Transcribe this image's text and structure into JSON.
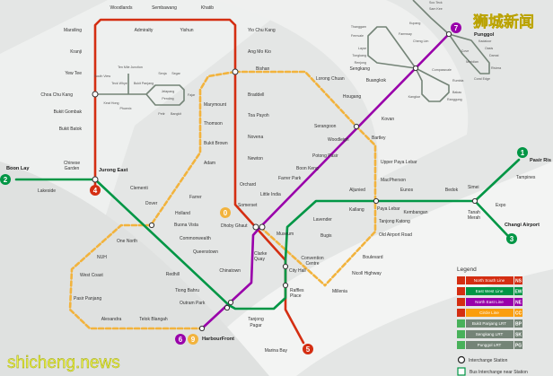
{
  "watermarks": {
    "chinese": "狮城新闻",
    "site": "shicheng.news"
  },
  "colors": {
    "ns": "#d42e12",
    "ew": "#009645",
    "ne": "#9900aa",
    "cc": "#fa9e0d",
    "lrt": "#748477",
    "background": "#e9ebea"
  },
  "line_numbers": {
    "ew_west": "2",
    "ns_jurong": "4",
    "ns_marina": "5",
    "ne_harbour": "6",
    "cc_harbour": "9",
    "ne_punggol": "7",
    "ew_pasir": "1",
    "ew_changi": "3",
    "cc_dhoby": "0"
  },
  "stations": [
    "Woodlands",
    "Sembawang",
    "Khatib",
    "Admiralty",
    "Yishun",
    "Marsiling",
    "Kranji",
    "Yew Tee",
    "Choa Chu Kang",
    "Bukit Gombak",
    "Bukit Batok",
    "Jurong East",
    "Yio Chu Kang",
    "Ang Mo Kio",
    "Bishan",
    "Braddell",
    "Toa Payoh",
    "Novena",
    "Newton",
    "Orchard",
    "Somerset",
    "Dhoby Ghaut",
    "City Hall",
    "Raffles",
    "Marina Bay",
    "Boon Lay",
    "Chinese",
    "Lakeside",
    "Clementi",
    "Dover",
    "Buona Vista",
    "Commonwealth",
    "Queenstown",
    "Redhill",
    "Tiong Bahru",
    "Outram Park",
    "Tanjong",
    "Bugis",
    "Lavender",
    "Kallang",
    "Aljunied",
    "Paya Lebar",
    "Kembangan",
    "Eunos",
    "Bedok",
    "Tanah",
    "Simei",
    "Tampines",
    "Pasir Ris",
    "Expo",
    "Changi Airport",
    "Punggol",
    "Sengkang",
    "Buangkok",
    "Hougang",
    "Kovan",
    "Serangoon",
    "Woodleigh",
    "Potong Pasir",
    "Boon Keng",
    "Farrer Park",
    "Little India",
    "Clarke",
    "Chinatown",
    "HarbourFront",
    "Lorong Chuan",
    "Marymount",
    "Thomson",
    "Bukit Brown",
    "Adam",
    "Farrer",
    "Holland",
    "One North",
    "NUH",
    "West Coast",
    "Pasir Panjang",
    "Alexandra",
    "Telok Blangah",
    "Bartley",
    "Upper Paya Lebar",
    "MacPherson",
    "Tanjong Katong",
    "Old Airport Road",
    "Boulevard",
    "Nicoll Highway",
    "Millenia",
    "Museum",
    "Convention",
    "Garden",
    "Place",
    "Pagar",
    "Merah",
    "Quay",
    "Centre"
  ],
  "lrt_stations": [
    "South View",
    "Keat Hong",
    "Teck Whye",
    "Phoenix",
    "Ten Mile Junction",
    "Bukit Panjang",
    "Senja",
    "Jelapang",
    "Segar",
    "Fajar",
    "Bangkit",
    "Pending",
    "Petir",
    "Compassvale",
    "Rumbia",
    "Bakau",
    "Kangkar",
    "Ranggung",
    "Cheng Lim",
    "Farmway",
    "Kupang",
    "Thanggam",
    "Fernvale",
    "Layar",
    "Tongkang",
    "Renjong",
    "Cove",
    "Meridian",
    "Coral Edge",
    "Riviera",
    "Kadaloor",
    "Oasis",
    "Damai",
    "Sam Kee",
    "Soo Teck"
  ],
  "legend": {
    "title": "Legend",
    "lines": [
      {
        "label": "North South Line",
        "code": "NS",
        "color": "#d42e12"
      },
      {
        "label": "East West Line",
        "code": "EW",
        "color": "#009645"
      },
      {
        "label": "North East Line",
        "code": "NE",
        "color": "#9900aa"
      },
      {
        "label": "Circle Line",
        "code": "CC",
        "color": "#fa9e0d"
      },
      {
        "label": "Bukit Panjang LRT",
        "code": "BP",
        "color": "#748477"
      },
      {
        "label": "Sengkang LRT",
        "code": "SK",
        "color": "#748477"
      },
      {
        "label": "Punggol LRT",
        "code": "PG",
        "color": "#748477"
      }
    ],
    "interchange": "Interchange Station",
    "bus": "Bus Interchange near Station"
  }
}
